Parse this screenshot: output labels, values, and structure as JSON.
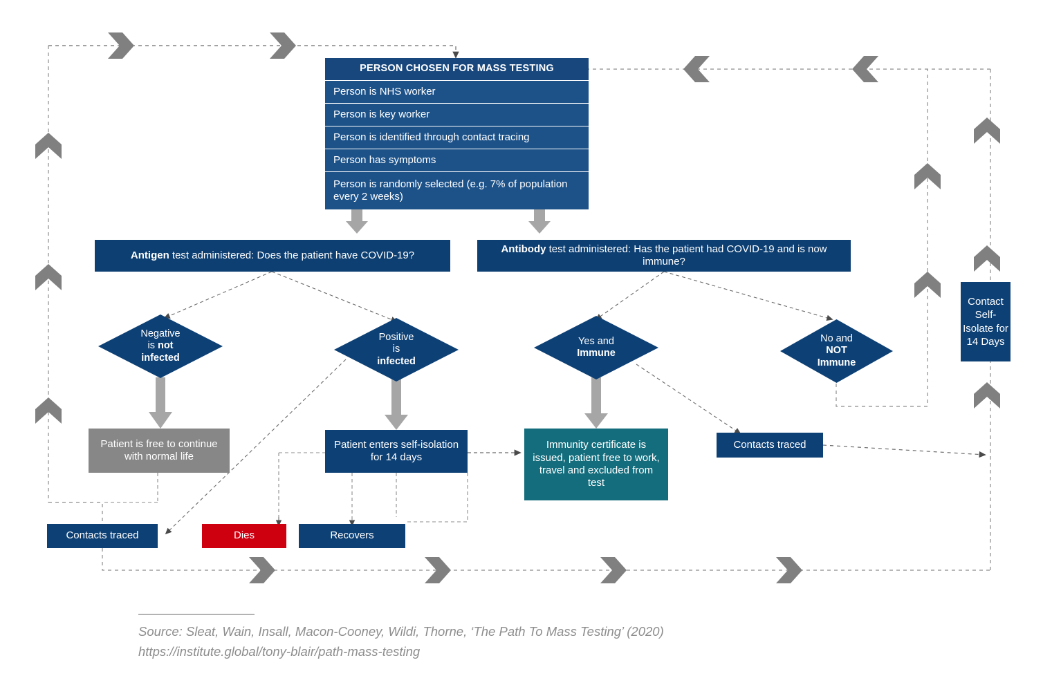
{
  "title": "The Path To Mass Testing flowchart",
  "colors": {
    "navy": "#0d4075",
    "navy_header": "#17477d",
    "navy_criteria": "#1d5289",
    "grey": "#878787",
    "teal": "#136d7d",
    "red": "#ce0010",
    "chevron_grey": "#808080",
    "dashed_line": "#8c8c8c",
    "source_text": "#8d8d8d"
  },
  "entry": {
    "header": "PERSON CHOSEN FOR  MASS TESTING",
    "criteria": [
      "Person is NHS worker",
      "Person is key worker",
      "Person is identified through contact tracing",
      "Person has symptoms",
      "Person is randomly selected (e.g. 7% of population every 2 weeks)"
    ]
  },
  "tests": {
    "antigen": {
      "bold": "Antigen",
      "rest": " test administered: Does the patient have COVID-19?"
    },
    "antibody": {
      "bold": "Antibody",
      "rest": " test administered: Has the patient had COVID-19 and is now immune?"
    }
  },
  "decisions": {
    "negative": {
      "line1": "Negative",
      "line2_pre": "is ",
      "line2_bold": "not",
      "line3_bold": "infected"
    },
    "positive": {
      "line1": "Positive",
      "line2": "is",
      "line3_bold": "infected"
    },
    "yes_immune": {
      "line1": "Yes and",
      "line2_bold": "Immune"
    },
    "no_immune": {
      "line1": "No and",
      "line2_bold": "NOT",
      "line3_bold": "Immune"
    }
  },
  "outcomes": {
    "normal_life": "Patient is free to continue with normal life",
    "self_isolation": "Patient enters self-isolation for 14 days",
    "immunity_certificate": "Immunity certificate is issued, patient free to work, travel and excluded from test",
    "contacts_traced_right": "Contacts traced",
    "contacts_traced_left": "Contacts traced",
    "dies": "Dies",
    "recovers": "Recovers",
    "contact_self_isolate": "Contact Self-Isolate for 14 Days"
  },
  "source": {
    "line1": "Source: Sleat, Wain, Insall, Macon-Cooney, Wildi, Thorne, ‘The Path To Mass Testing’ (2020)",
    "line2": "https://institute.global/tony-blair/path-mass-testing"
  }
}
